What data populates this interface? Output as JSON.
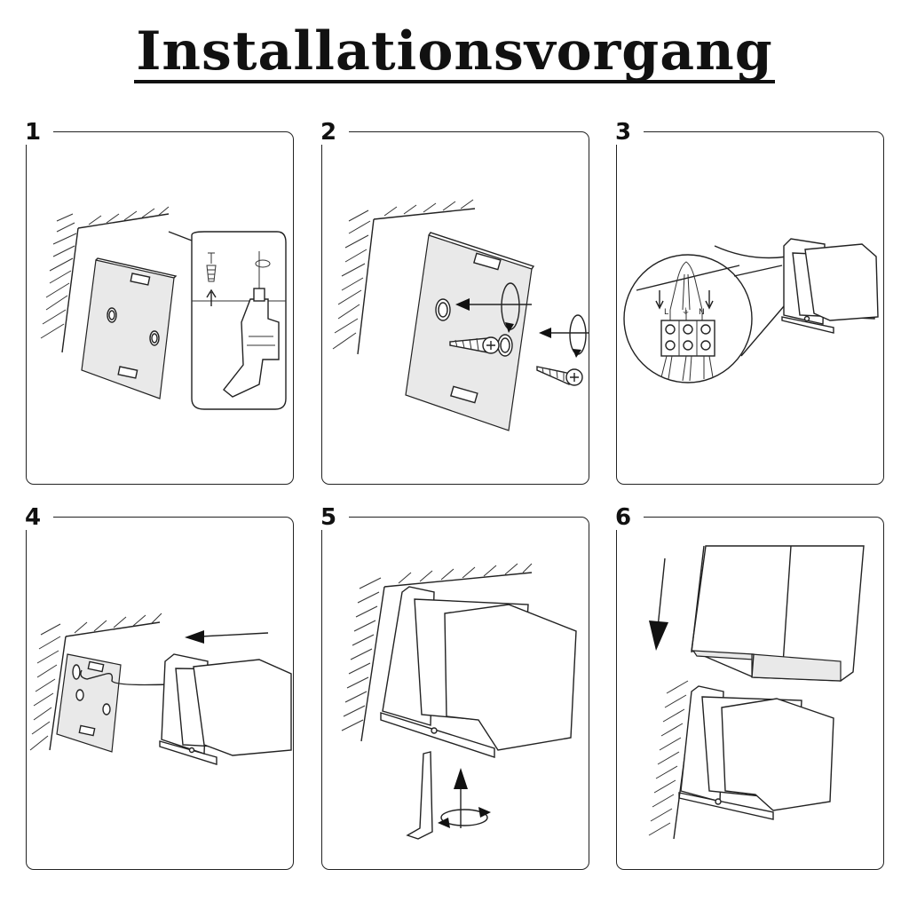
{
  "title": "Installationsvorgang",
  "steps": [
    {
      "number": "1"
    },
    {
      "number": "2"
    },
    {
      "number": "3"
    },
    {
      "number": "4"
    },
    {
      "number": "5"
    },
    {
      "number": "6"
    }
  ],
  "wiring_labels": {
    "live": "L",
    "ground": "⏚",
    "neutral": "N"
  }
}
